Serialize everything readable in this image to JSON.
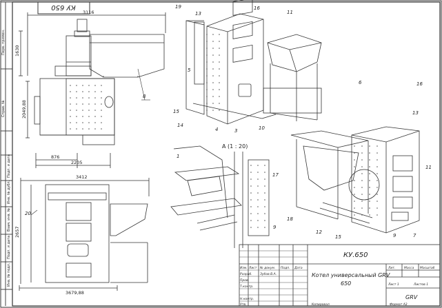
{
  "stamp_top": "КУ 650",
  "side_labels": [
    "Перв. примен.",
    "Справ. №",
    "Подп. и дата",
    "Инв. № дубл.",
    "Взам. инв. №",
    "Подп. и дата",
    "Инв. № подл."
  ],
  "dims_front": {
    "width": "3116",
    "height": "1630"
  },
  "dims_top": {
    "depth": "2049,88",
    "w1": "876",
    "w2": "2205"
  },
  "dims_bottom": {
    "width": "3412",
    "height": "2657",
    "total": "3679,88"
  },
  "callouts_iso_top": [
    "19",
    "13",
    "16",
    "11",
    "5",
    "15",
    "14",
    "4",
    "3",
    "10",
    "11",
    "8"
  ],
  "callouts_iso_right": [
    "6",
    "16",
    "13",
    "11",
    "7",
    "9"
  ],
  "callouts_detail": [
    "17",
    "18",
    "12",
    "15",
    "1",
    "9"
  ],
  "callout_left_8": "8",
  "callout_left_20": "20",
  "detail_label": "A (1 : 20)",
  "title_block": {
    "code": "КУ.650",
    "name_line1": "Котел универсальный GRV",
    "name_line2": "650",
    "rows": [
      "Изм.",
      "Разраб.",
      "Пров.",
      "Т.контр.",
      "Н.контр.",
      "Утв."
    ],
    "header_cols": [
      "Изм.",
      "Лист",
      "№ докум.",
      "Подп.",
      "Дата"
    ],
    "developer": "Зубов В.А.",
    "col_lit": "Лит.",
    "col_mass": "Масса",
    "col_scale": "Масштаб",
    "sheet": "Лист 1",
    "sheets": "Листов 1",
    "org": "GRV",
    "footer_left": "Копировал",
    "footer_right": "Формат А3"
  }
}
